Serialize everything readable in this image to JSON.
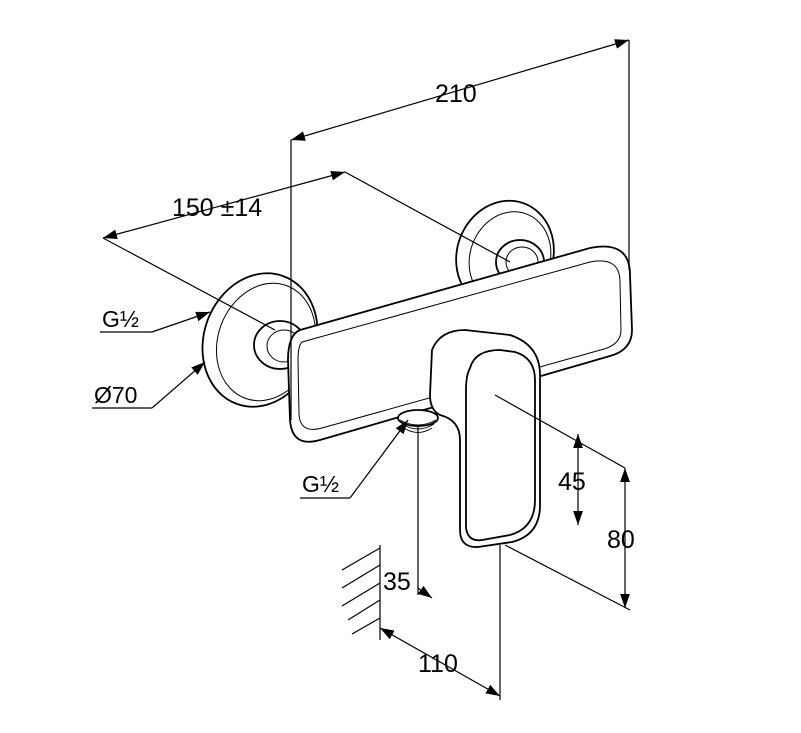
{
  "dimensions": {
    "overall_width": "210",
    "wall_distance": "150 ±14",
    "inlet_thread": "G½",
    "rosette_diameter": "Ø70",
    "outlet_thread": "G½",
    "lever_height": "45",
    "overall_height": "80",
    "outlet_offset": "35",
    "projection": "110"
  }
}
